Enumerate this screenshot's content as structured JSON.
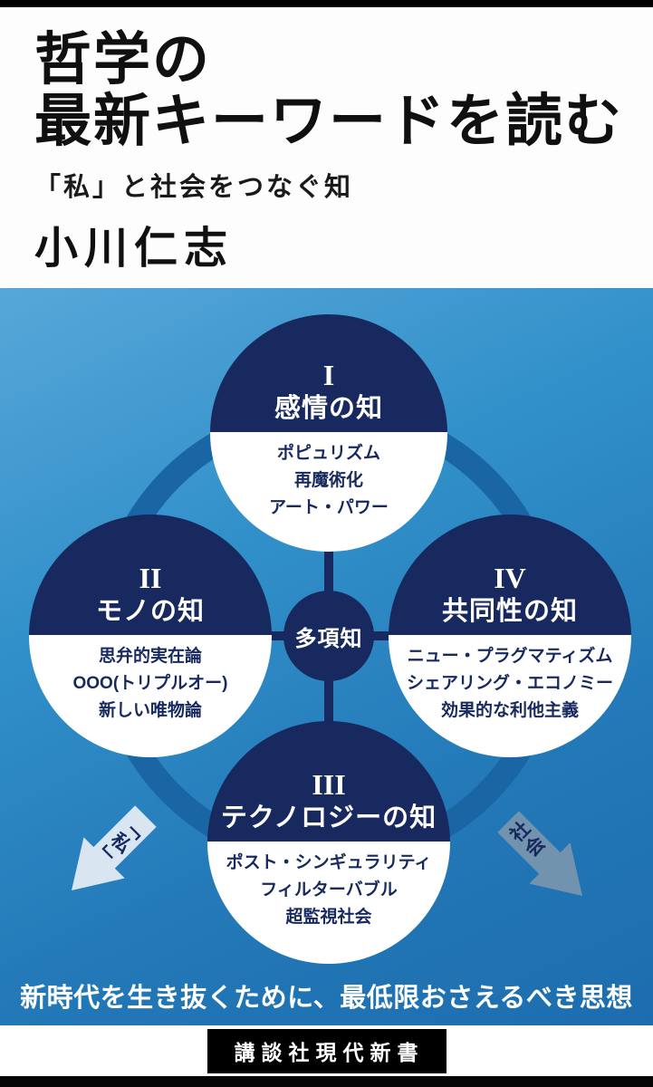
{
  "cover": {
    "title_line1": "哲学の",
    "title_line2": "最新キーワードを読む",
    "subtitle": "「私」と社会をつなぐ知",
    "author": "小川仁志",
    "slogan": "新時代を生き抜くために、最低限おさえるべき思想",
    "publisher": "講談社現代新書"
  },
  "diagram": {
    "center_label": "多項知",
    "nodes": [
      {
        "numeral": "I",
        "title": "感情の知",
        "keywords": [
          "ポピュリズム",
          "再魔術化",
          "アート・パワー"
        ]
      },
      {
        "numeral": "II",
        "title": "モノの知",
        "keywords": [
          "思弁的実在論",
          "OOO(トリプルオー)",
          "新しい唯物論"
        ]
      },
      {
        "numeral": "III",
        "title": "テクノロジーの知",
        "keywords": [
          "ポスト・シンギュラリティ",
          "フィルターバブル",
          "超監視社会"
        ]
      },
      {
        "numeral": "IV",
        "title": "共同性の知",
        "keywords": [
          "ニュー・プラグマティズム",
          "シェアリング・エコノミー",
          "効果的な利他主義"
        ]
      }
    ],
    "arrow_left_label": "「私」",
    "arrow_right_label": "社会"
  },
  "colors": {
    "navy": "#17295e",
    "background_blue": "#2b86c2",
    "ring_blue": "#1a66a4",
    "arrow_left": "#d9e6f1",
    "arrow_right": "#7293ae"
  }
}
